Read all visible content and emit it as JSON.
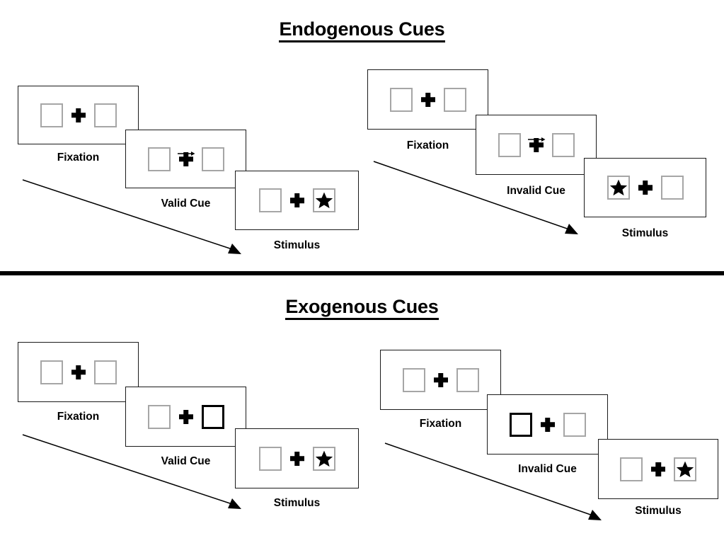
{
  "figure": {
    "title_top": "Endogenous Cues",
    "title_bottom": "Exogenous Cues"
  },
  "captions": {
    "fixation": "Fixation",
    "valid_cue": "Valid Cue",
    "invalid_cue": "Invalid Cue",
    "stimulus": "Stimulus"
  },
  "icons": {
    "cue_arrow": "arrow-right-icon",
    "fixation_cross": "plus-cross-icon",
    "target": "star-icon",
    "time_flow": "arrow-diagonal-icon"
  },
  "colors": {
    "ink": "#000000",
    "frame_border": "#1a1a1a",
    "box_border": "#a6a6a6",
    "cued_box_border": "#000000",
    "background": "#ffffff"
  },
  "sections": [
    {
      "id": "endogenous",
      "title": "Endogenous Cues",
      "conditions": [
        {
          "id": "endogenous-valid",
          "cue_type": "arrow",
          "panels": [
            {
              "caption": "Fixation",
              "left_box": "empty",
              "right_box": "empty",
              "cue": "none",
              "target": "none"
            },
            {
              "caption": "Valid Cue",
              "left_box": "empty",
              "right_box": "empty",
              "cue": "arrow-right",
              "target": "none"
            },
            {
              "caption": "Stimulus",
              "left_box": "empty",
              "right_box": "star",
              "cue": "none",
              "target": "right"
            }
          ]
        },
        {
          "id": "endogenous-invalid",
          "cue_type": "arrow",
          "panels": [
            {
              "caption": "Fixation",
              "left_box": "empty",
              "right_box": "empty",
              "cue": "none",
              "target": "none"
            },
            {
              "caption": "Invalid Cue",
              "left_box": "empty",
              "right_box": "empty",
              "cue": "arrow-right",
              "target": "none"
            },
            {
              "caption": "Stimulus",
              "left_box": "star",
              "right_box": "empty",
              "cue": "none",
              "target": "left"
            }
          ]
        }
      ]
    },
    {
      "id": "exogenous",
      "title": "Exogenous Cues",
      "conditions": [
        {
          "id": "exogenous-valid",
          "cue_type": "box-highlight",
          "panels": [
            {
              "caption": "Fixation",
              "left_box": "empty",
              "right_box": "empty",
              "cue": "none",
              "target": "none"
            },
            {
              "caption": "Valid Cue",
              "left_box": "empty",
              "right_box": "cued",
              "cue": "right-box",
              "target": "none"
            },
            {
              "caption": "Stimulus",
              "left_box": "empty",
              "right_box": "star",
              "cue": "none",
              "target": "right"
            }
          ]
        },
        {
          "id": "exogenous-invalid",
          "cue_type": "box-highlight",
          "panels": [
            {
              "caption": "Fixation",
              "left_box": "empty",
              "right_box": "empty",
              "cue": "none",
              "target": "none"
            },
            {
              "caption": "Invalid Cue",
              "left_box": "cued",
              "right_box": "empty",
              "cue": "left-box",
              "target": "none"
            },
            {
              "caption": "Stimulus",
              "left_box": "empty",
              "right_box": "star",
              "cue": "none",
              "target": "right"
            }
          ]
        }
      ]
    }
  ]
}
